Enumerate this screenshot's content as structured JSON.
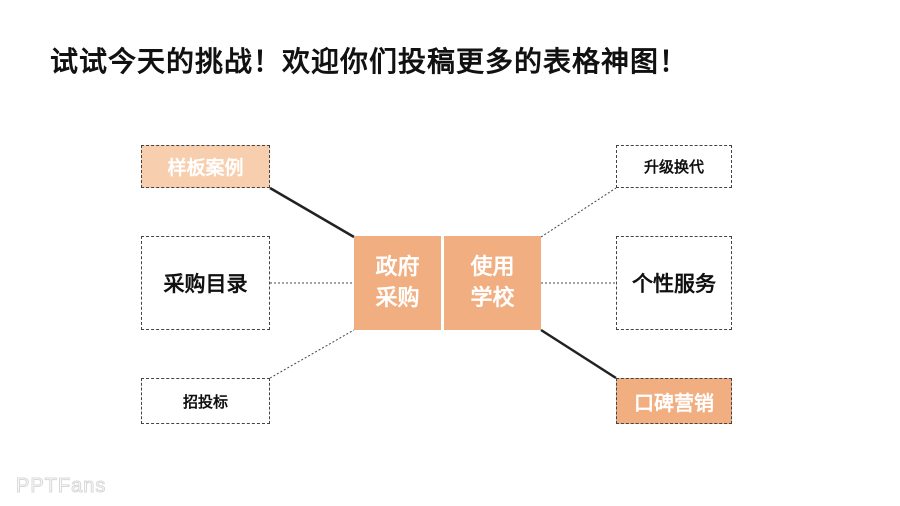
{
  "title": "试试今天的挑战！欢迎你们投稿更多的表格神图！",
  "center": {
    "left": [
      "政府",
      "采购"
    ],
    "right": [
      "使用",
      "学校"
    ]
  },
  "left_items": [
    "样板案例",
    "采购目录",
    "招投标"
  ],
  "right_items": [
    "升级换代",
    "个性服务",
    "口碑营销"
  ],
  "watermark": "PPTFans",
  "colors": {
    "accent": "#f1ae80",
    "accent_light": "#f8cfae"
  }
}
